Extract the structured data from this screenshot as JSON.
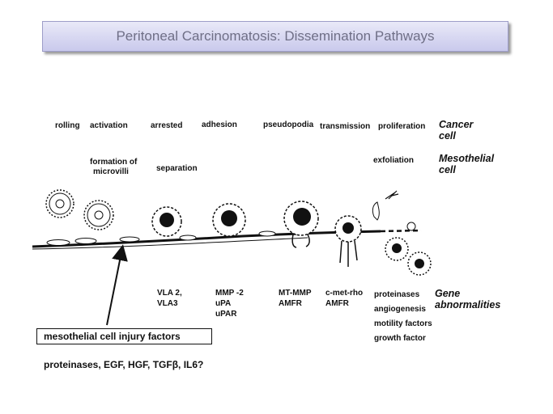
{
  "title": "Peritoneal Carcinomatosis: Dissemination Pathways",
  "steps": {
    "rolling": "rolling",
    "activation": "activation",
    "arrested": "arrested",
    "adhesion": "adhesion",
    "pseudopodia": "pseudopodia",
    "transmission": "transmission",
    "proliferation": "proliferation"
  },
  "mesothelial_events": {
    "microvilli": [
      "formation of",
      "microvilli"
    ],
    "separation": "separation",
    "exfoliation": "exfoliation"
  },
  "row_labels": {
    "cancer": [
      "Cancer",
      "cell"
    ],
    "mesothelial": [
      "Mesothelial",
      "cell"
    ],
    "gene": [
      "Gene",
      "abnormalities"
    ]
  },
  "gene_factors": {
    "col1": [
      "VLA 2,",
      "VLA3"
    ],
    "col2": [
      "MMP -2",
      "uPA",
      "uPAR"
    ],
    "col3": [
      "MT-MMP",
      "AMFR"
    ],
    "col4": [
      "c-met-rho",
      "AMFR"
    ],
    "col5": [
      "proteinases",
      "angiogenesis",
      "motility factors",
      "growth factor"
    ]
  },
  "injury_box": "mesothelial cell injury factors",
  "injury_factors": "proteinases, EGF, HGF, TGFβ, IL6?"
}
